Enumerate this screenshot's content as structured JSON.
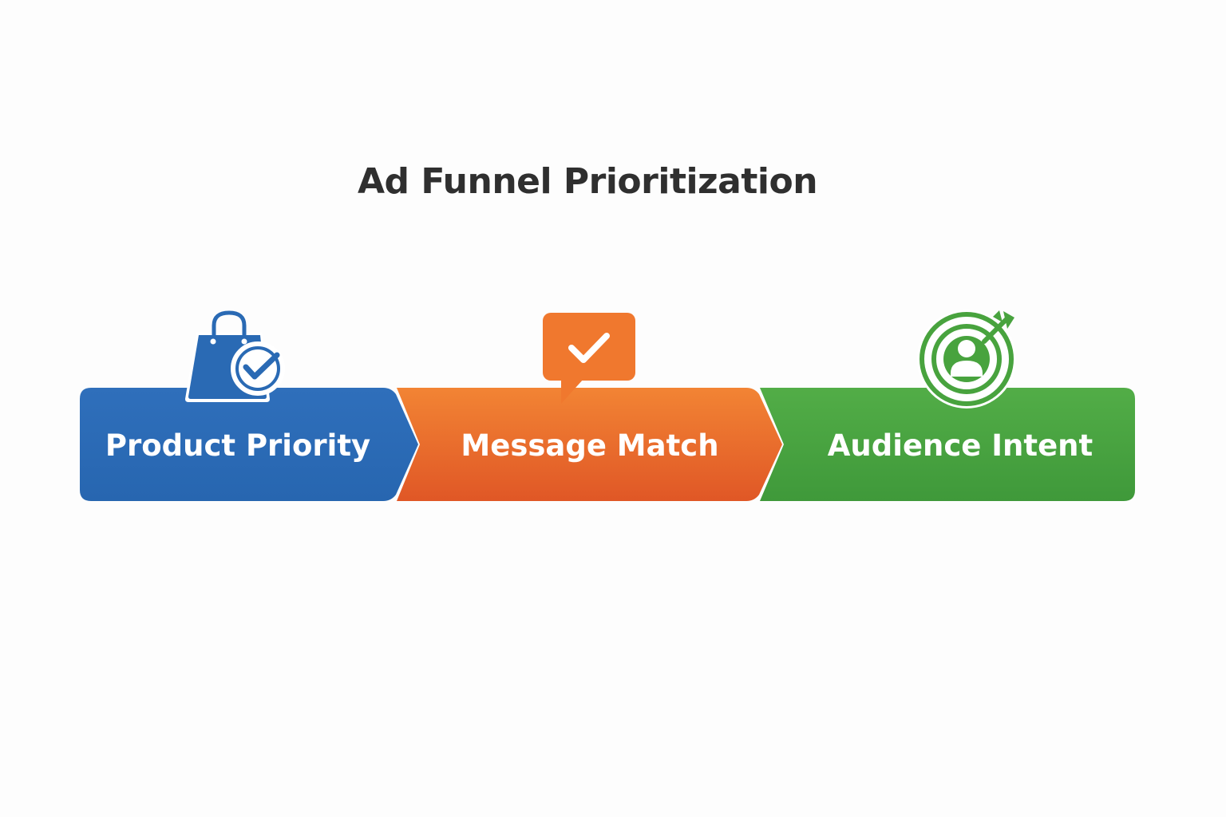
{
  "title": "Ad Funnel Prioritization",
  "stages": [
    {
      "label": "Product Priority",
      "icon": "shopping-bag-check-icon",
      "color": "#2a6ab4"
    },
    {
      "label": "Message Match",
      "icon": "chat-bubble-check-icon",
      "color": "#ea6a2c"
    },
    {
      "label": "Audience Intent",
      "icon": "target-person-icon",
      "color": "#48a33e"
    }
  ]
}
